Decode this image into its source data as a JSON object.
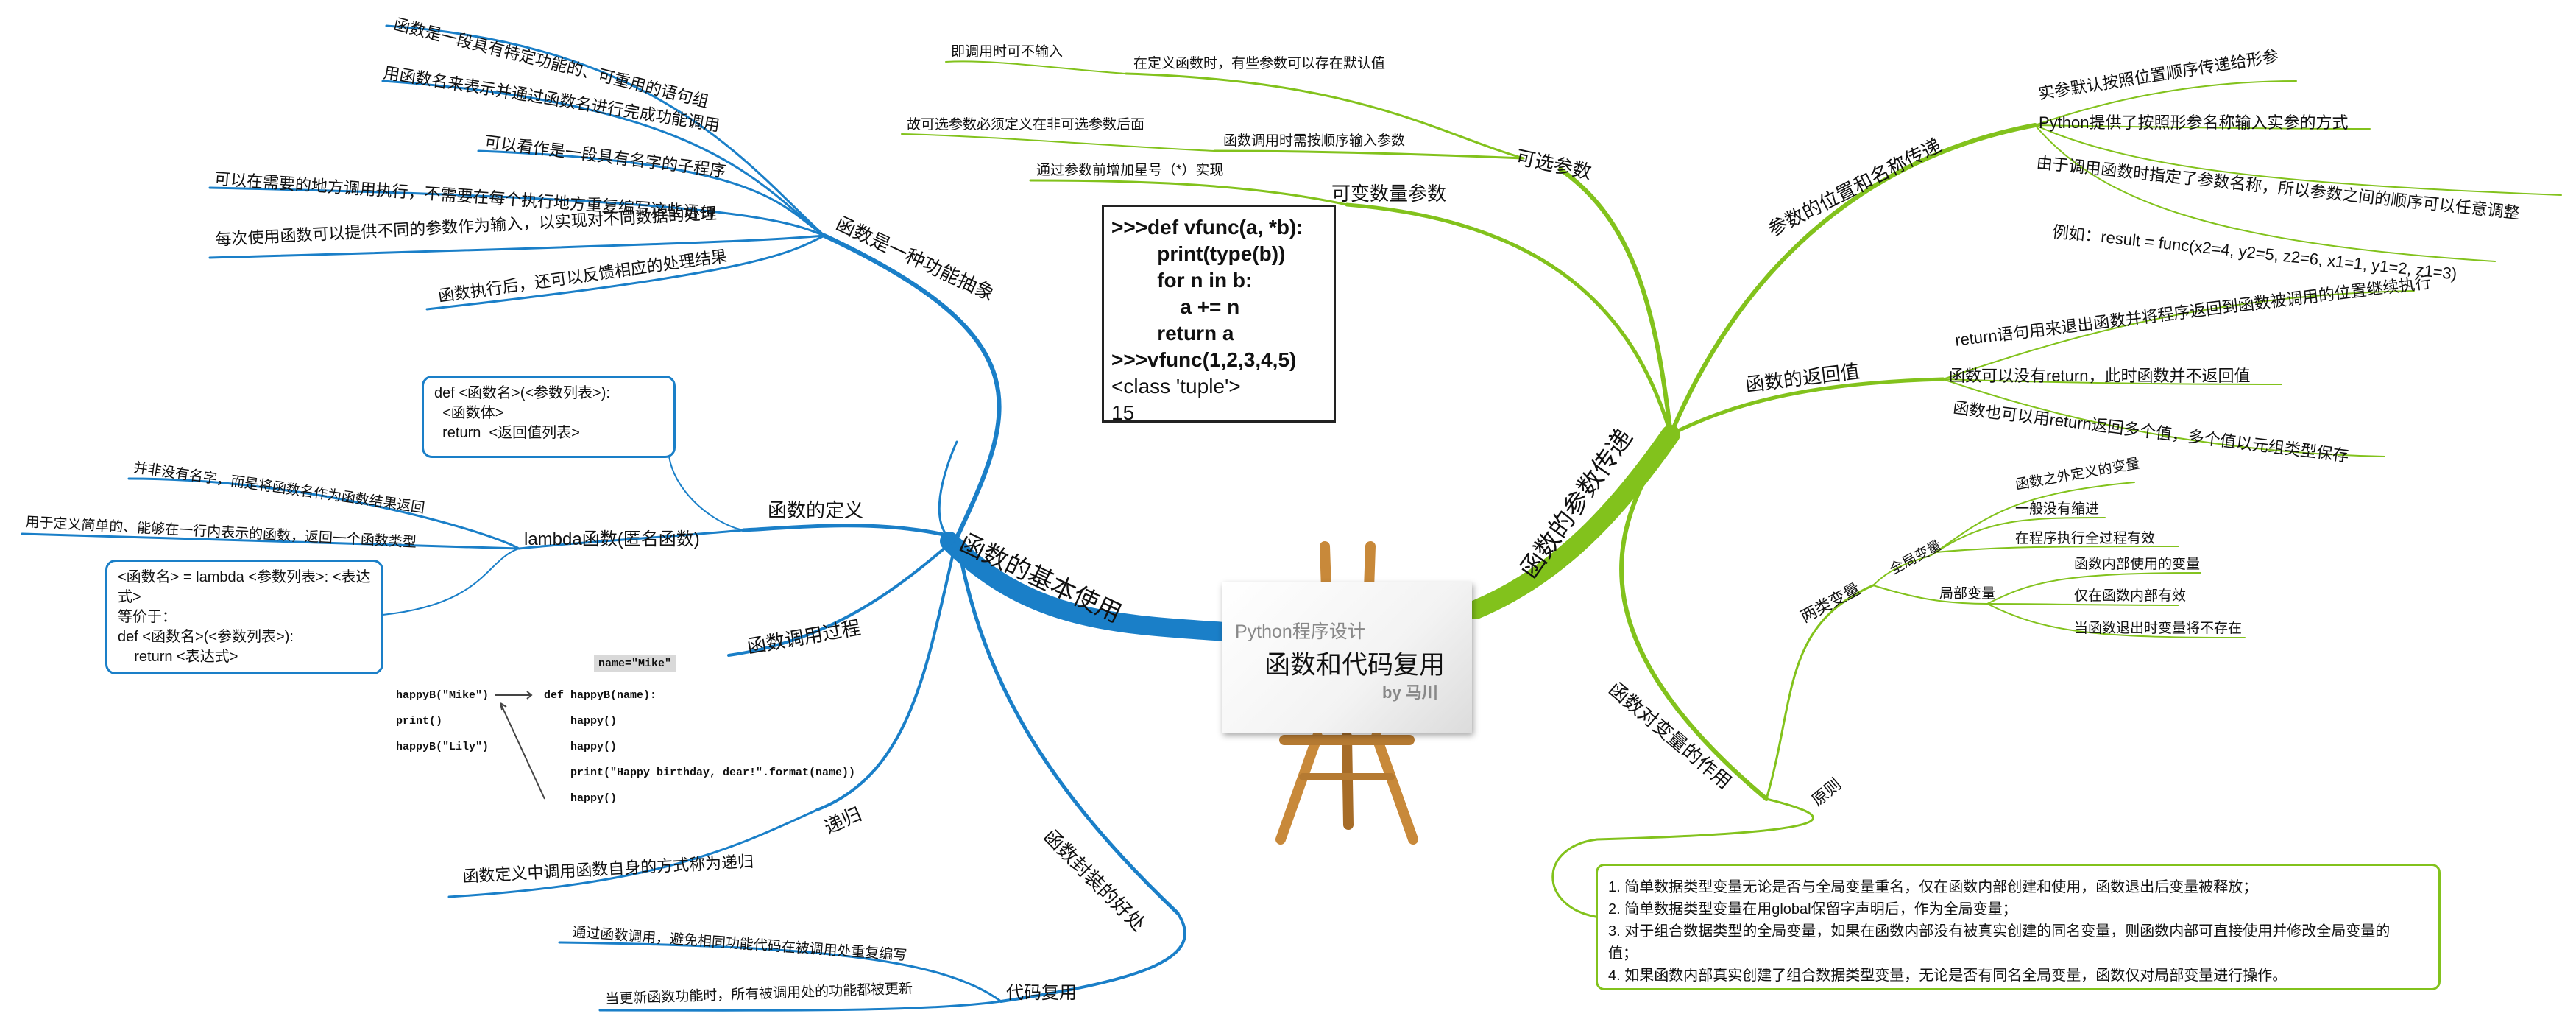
{
  "center": {
    "subtitle": "Python程序设计",
    "title": "函数和代码复用",
    "author": "by 马川"
  },
  "branches": {
    "basic": "函数的基本使用",
    "params": "函数的参数传递",
    "abstraction": "函数是一种功能抽象",
    "definition": "函数的定义",
    "call": "函数调用过程",
    "recursion": "递归",
    "benefits": "函数封装的好处",
    "optional": "可选参数",
    "variadic": "可变数量参数",
    "position_name": "参数的位置和名称传递",
    "return_value": "函数的返回值",
    "scope": "函数对变量的作用"
  },
  "abstraction_items": [
    "函数是一段具有特定功能的、可重用的语句组",
    "用函数名来表示并通过函数名进行完成功能调用",
    "可以看作是一段具有名字的子程序",
    "可以在需要的地方调用执行，不需要在每个执行地方重复编写这些语句",
    "每次使用函数可以提供不同的参数作为输入，以实现对不同数据的处理",
    "函数执行后，还可以反馈相应的处理结果"
  ],
  "definition": {
    "syntax_lines": [
      "def <函数名>(<参数列表>):",
      "  <函数体>",
      "  return  <返回值列表>"
    ],
    "lambda_label": "lambda函数(匿名函数)",
    "lambda_note1": "并非没有名字，而是将函数名作为函数结果返回",
    "lambda_note2": "用于定义简单的、能够在一行内表示的函数，返回一个函数类型",
    "lambda_lines": [
      "<函数名> = lambda <参数列表>: <表达",
      "式>",
      "等价于：",
      "def <函数名>(<参数列表>):",
      "    return <表达式>"
    ]
  },
  "call_example": {
    "tag": "name=\"Mike\"",
    "left": [
      "happyB(\"Mike\")",
      "print()",
      "happyB(\"Lily\")"
    ],
    "right": [
      "def happyB(name):",
      "happy()",
      "happy()",
      "print(\"Happy birthday, dear!\".format(name))",
      "happy()"
    ]
  },
  "recursion_item": "函数定义中调用函数自身的方式称为递归",
  "benefits": {
    "reuse": "代码复用",
    "items": [
      "通过函数调用，避免相同功能代码在被调用处重复编写",
      "当更新函数功能时，所有被调用处的功能都被更新"
    ]
  },
  "optional": {
    "item1": "在定义函数时，有些参数可以存在默认值",
    "item1_sub": "即调用时可不输入",
    "item2": "函数调用时需按顺序输入参数",
    "item2_sub": "故可选参数必须定义在非可选参数后面"
  },
  "variadic": {
    "item": "通过参数前增加星号（*）实现",
    "code": [
      ">>>def vfunc(a, *b):",
      "        print(type(b))",
      "        for n in b:",
      "            a += n",
      "        return a",
      ">>>vfunc(1,2,3,4,5)",
      "<class 'tuple'>",
      "15"
    ]
  },
  "position_name_items": [
    "实参默认按照位置顺序传递给形参",
    "Python提供了按照形参名称输入实参的方式",
    "由于调用函数时指定了参数名称，所以参数之间的顺序可以任意调整",
    "例如：result = func(x2=4, y2=5, z2=6, x1=1, y1=2, z1=3)"
  ],
  "return_items": [
    "return语句用来退出函数并将程序返回到函数被调用的位置继续执行",
    "函数可以没有return，此时函数并不返回值",
    "函数也可以用return返回多个值，多个值以元组类型保存"
  ],
  "scope": {
    "two_kinds": "两类变量",
    "global": "全局变量",
    "global_items": [
      "函数之外定义的变量",
      "一般没有缩进",
      "在程序执行全过程有效"
    ],
    "local": "局部变量",
    "local_items": [
      "函数内部使用的变量",
      "仅在函数内部有效",
      "当函数退出时变量将不存在"
    ],
    "principle": "原则",
    "principle_lines": [
      "1. 简单数据类型变量无论是否与全局变量重名，仅在函数内部创建和使用，函数退出后变量被释放；",
      "2. 简单数据类型变量在用global保留字声明后，作为全局变量；",
      "3. 对于组合数据类型的全局变量，如果在函数内部没有被真实创建的同名变量，则函数内部可直接使用并修改全局变量的",
      "值；",
      "4. 如果函数内部真实创建了组合数据类型变量，无论是否有同名全局变量，函数仅对局部变量进行操作。"
    ]
  },
  "colors": {
    "blue": "#1a7fc8",
    "green": "#82c21c",
    "dark": "#222222"
  }
}
